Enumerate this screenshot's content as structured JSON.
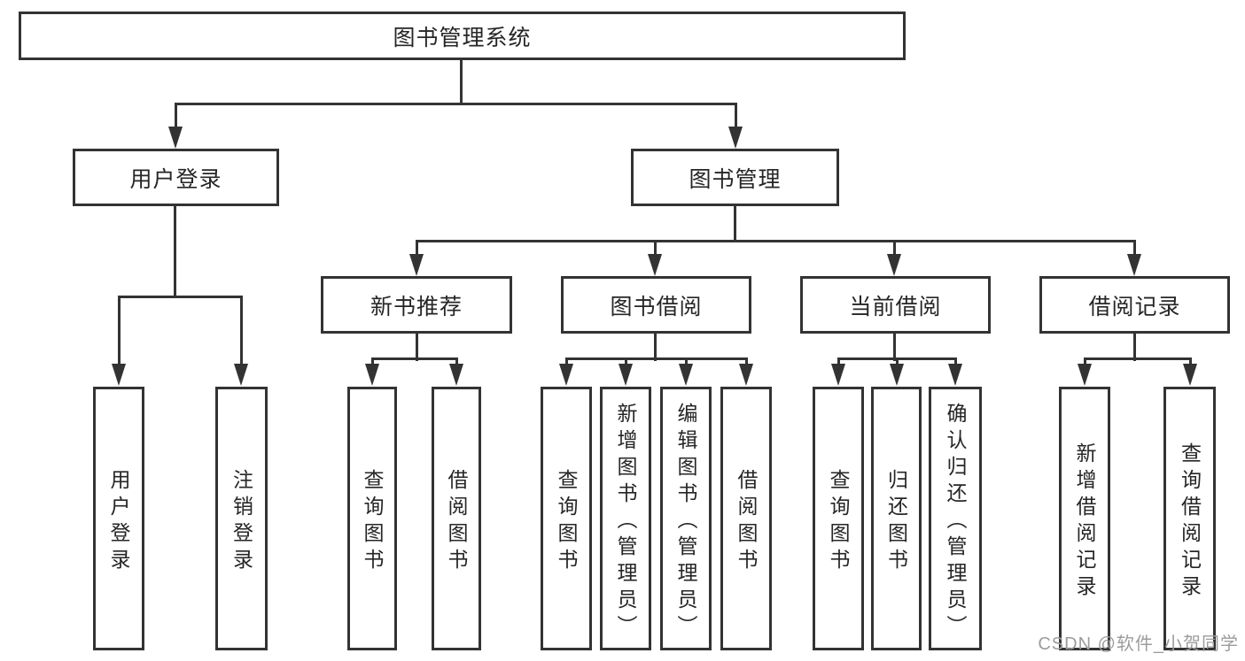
{
  "diagram": {
    "root": "图书管理系统",
    "level2": [
      "用户登录",
      "图书管理"
    ],
    "level3": [
      "新书推荐",
      "图书借阅",
      "当前借阅",
      "借阅记录"
    ],
    "leaves": {
      "user_login": [
        "用户登录",
        "注销登录"
      ],
      "new_book": [
        "查询图书",
        "借阅图书"
      ],
      "book_borrow": [
        "查询图书",
        "新增图书（管理员）",
        "编辑图书（管理员）",
        "借阅图书"
      ],
      "current_borrow": [
        "查询图书",
        "归还图书",
        "确认归还（管理员）"
      ],
      "records": [
        "新增借阅记录",
        "查询借阅记录"
      ]
    }
  },
  "watermark": "CSDN @软件_小贺同学",
  "colors": {
    "line": "#333333",
    "text": "#262626",
    "watermark": "#9c9c9c",
    "background": "#ffffff"
  }
}
